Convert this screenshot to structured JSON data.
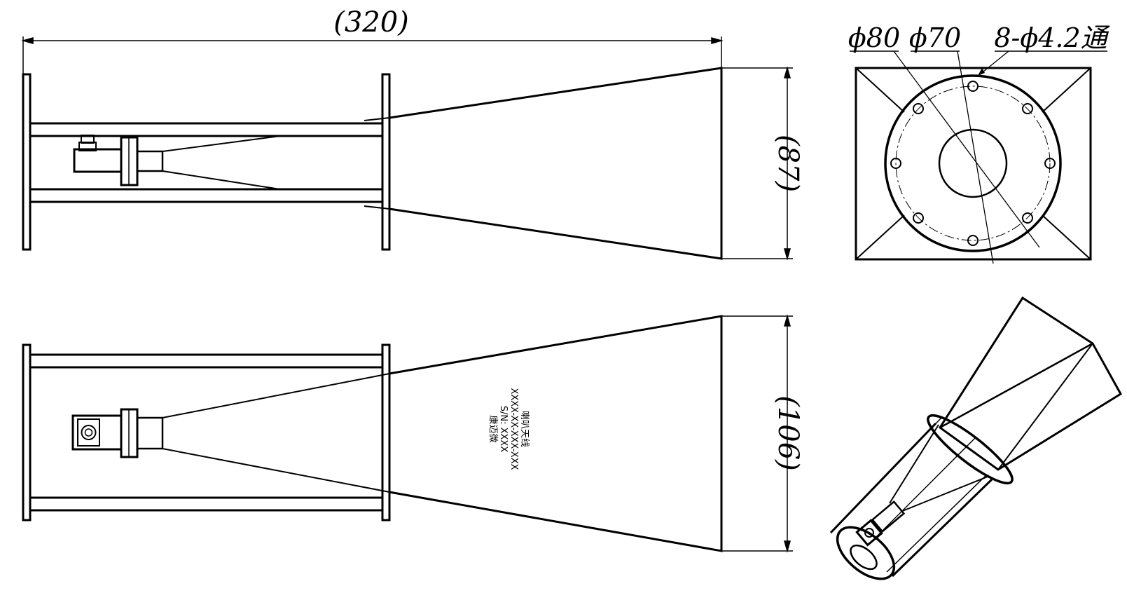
{
  "dimensions": {
    "overall_length": "(320)",
    "side_aperture_height": "(87)",
    "top_aperture_height": "(106)",
    "flange_outer_dia": "ϕ80",
    "bolt_circle_dia": "ϕ70",
    "holes": "8-ϕ4.2通"
  },
  "nameplate": {
    "line1": "喇叭天线",
    "line2": "XXXX-XX-XXX-XXX",
    "line3": "S/N: XXXX",
    "line4": "康迈微"
  },
  "colors": {
    "line": "#000000",
    "background": "#ffffff"
  }
}
